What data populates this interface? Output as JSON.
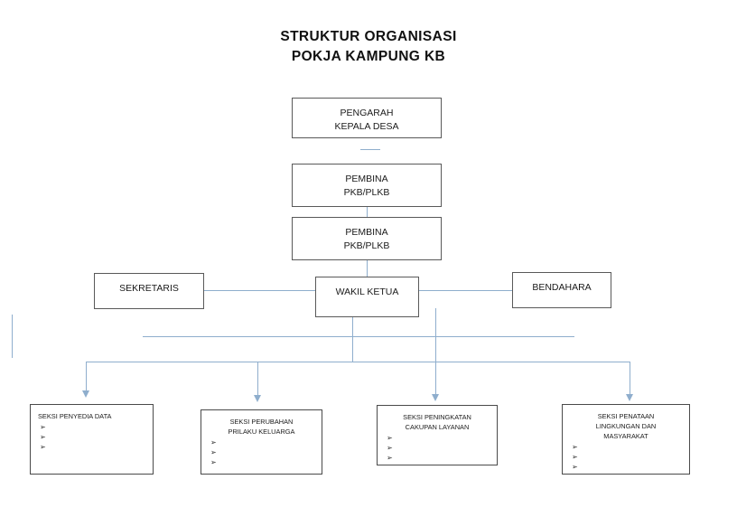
{
  "document": {
    "title_lines": [
      "STRUKTUR ORGANISASI",
      "POKJA KAMPUNG KB"
    ]
  },
  "diagram": {
    "type": "organizational-chart",
    "connector_color": "#8faecd",
    "box_border_color": "#595959",
    "nodes": {
      "pengarah": {
        "lines": [
          "PENGARAH",
          "KEPALA DESA"
        ]
      },
      "pembina_1": {
        "lines": [
          "PEMBINA",
          "PKB/PLKB"
        ]
      },
      "pembina_2": {
        "lines": [
          "PEMBINA",
          "PKB/PLKB"
        ]
      },
      "sekretaris": {
        "lines": [
          "SEKRETARIS"
        ]
      },
      "wakil_ketua": {
        "lines": [
          "WAKIL KETUA"
        ]
      },
      "bendahara": {
        "lines": [
          "BENDAHARA"
        ]
      }
    },
    "seksi": [
      {
        "title_lines": [
          "SEKSI PENYEDIA DATA"
        ],
        "align": "left",
        "bullets": [
          "",
          "",
          ""
        ]
      },
      {
        "title_lines": [
          "SEKSI PERUBAHAN",
          "PRILAKU KELUARGA"
        ],
        "align": "center",
        "bullets": [
          "",
          "",
          ""
        ]
      },
      {
        "title_lines": [
          "SEKSI PENINGKATAN",
          "CAKUPAN LAYANAN"
        ],
        "align": "center",
        "bullets": [
          "",
          "",
          ""
        ]
      },
      {
        "title_lines": [
          "SEKSI PENATAAN",
          "LINGKUNGAN DAN",
          "MASYARAKAT"
        ],
        "align": "center",
        "bullets": [
          "",
          "",
          ""
        ]
      }
    ]
  }
}
